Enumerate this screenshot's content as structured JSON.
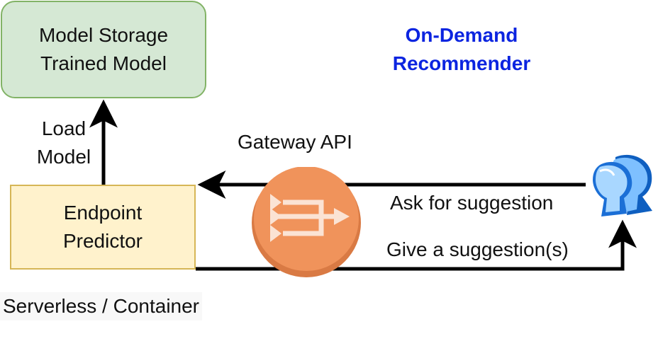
{
  "title": {
    "line1": "On-Demand",
    "line2": "Recommender"
  },
  "storage": {
    "line1": "Model Storage",
    "line2": "Trained Model"
  },
  "endpoint": {
    "line1": "Endpoint",
    "line2": "Predictor"
  },
  "load": {
    "line1": "Load",
    "line2": "Model"
  },
  "gateway_label": "Gateway API",
  "request_label": "Ask for suggestion",
  "response_label": "Give a suggestion(s)",
  "hosting_label": "Serverless / Container",
  "icons": {
    "gateway": "api-gateway-icon",
    "users": "users-icon"
  },
  "colors": {
    "title": "#0b24e0",
    "storage_fill": "#d5e8d4",
    "storage_border": "#82b366",
    "endpoint_fill": "#fff2cc",
    "endpoint_border": "#d6b656",
    "gateway": "#f0935b",
    "users": "#2f8fe8"
  }
}
